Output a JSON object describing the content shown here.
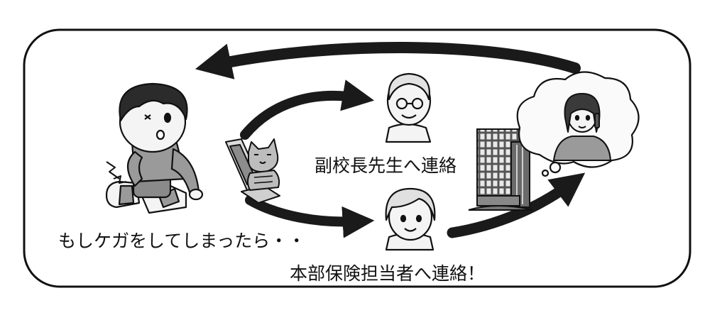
{
  "captions": {
    "injury": "もしケガをしてしまったら・・",
    "vice_principal": "副校長先生へ連絡",
    "hq": "本部保険担当者へ連絡！"
  },
  "colors": {
    "ink": "#111111",
    "skin": "#f4f4f4",
    "shirt": "#9a9a9a",
    "hair": "#2b2b2b",
    "building": "#5c5c5c"
  },
  "icons": [
    "injured-boy",
    "laptop",
    "cat",
    "vice-principal",
    "hq-staff",
    "office-building",
    "thought-bubble",
    "phone-operator"
  ]
}
